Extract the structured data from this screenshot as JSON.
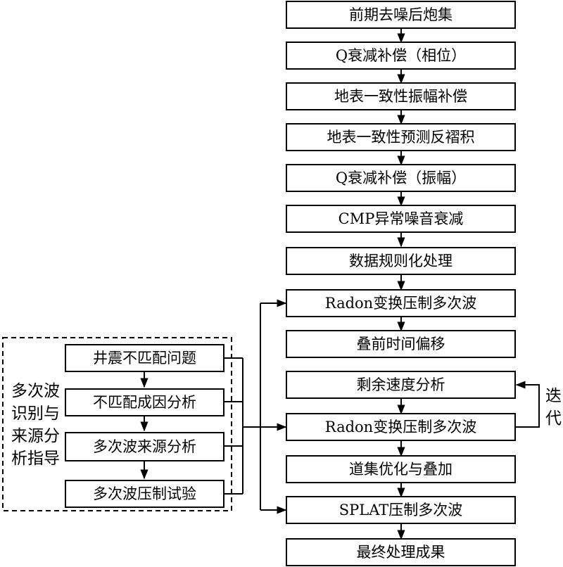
{
  "main_flow": [
    "前期去噪后炮集",
    "Q衰减补偿（相位）",
    "地表一致性振幅补偿",
    "地表一致性预测反褶积",
    "Q衰减补偿（振幅）",
    "CMP异常噪音衰减",
    "数据规则化处理",
    "Radon变换压制多次波",
    "叠前时间偏移",
    "剩余速度分析",
    "Radon变换压制多次波",
    "道集优化与叠加",
    "SPLAT压制多次波",
    "最终处理成果"
  ],
  "side_flow": [
    "井震不匹配问题",
    "不匹配成因分析",
    "多次波来源分析",
    "多次波压制试验"
  ],
  "side_group_label": [
    "多次波",
    "识别与",
    "来源分",
    "析指导"
  ],
  "iteration_label": [
    "迭",
    "代"
  ]
}
